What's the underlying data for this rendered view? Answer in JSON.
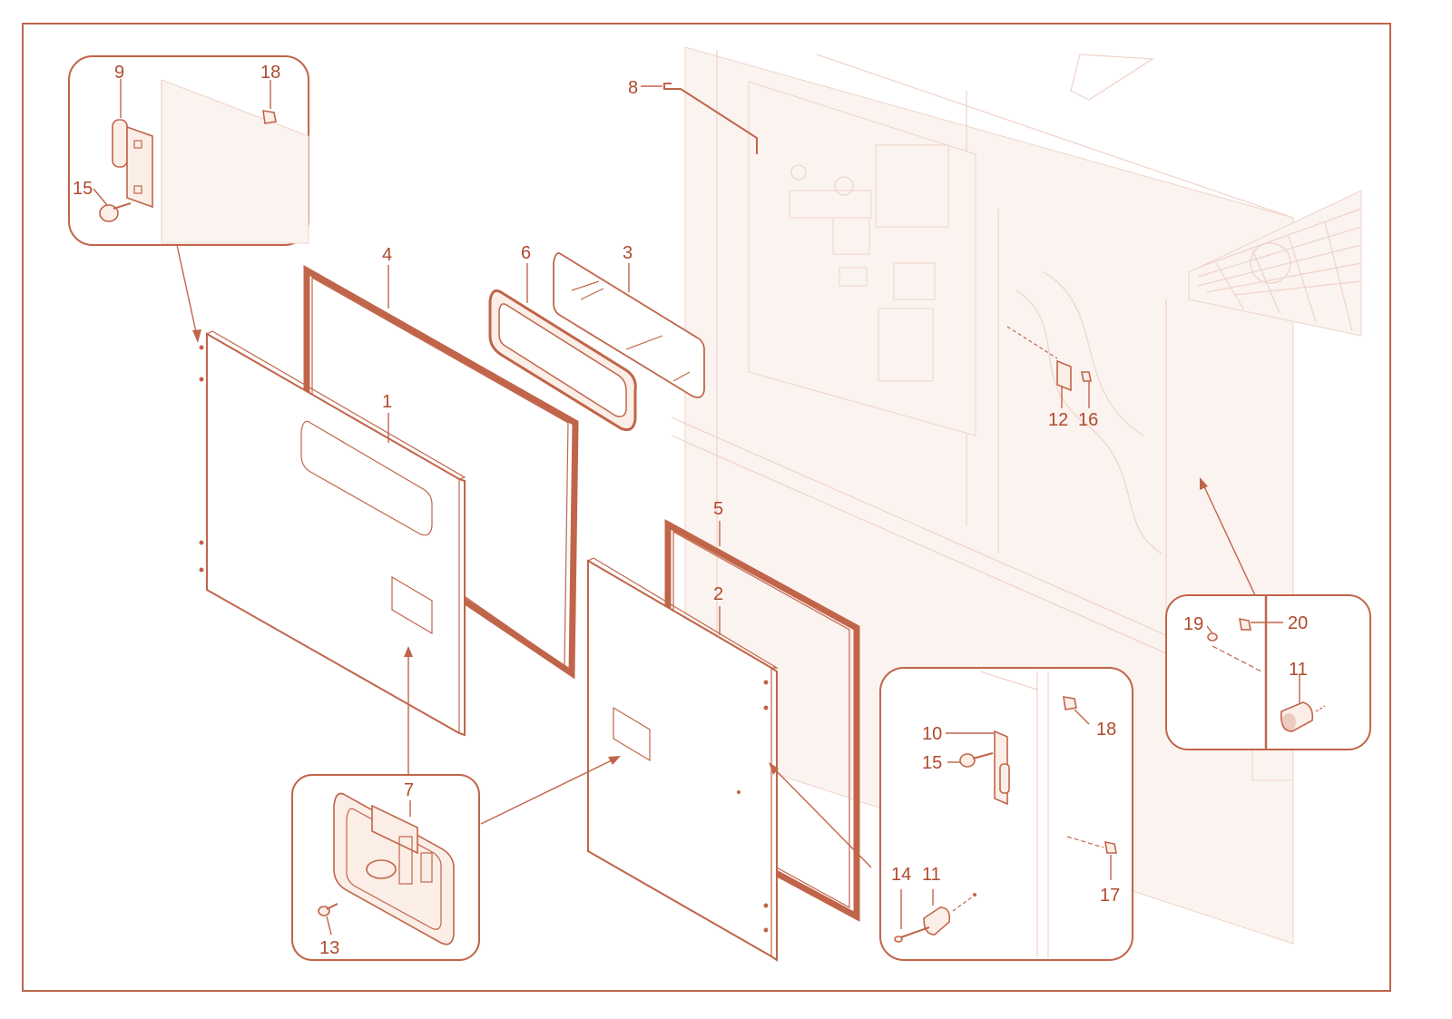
{
  "diagram": {
    "accent_color": "#c0654a",
    "background": "#ffffff",
    "callouts": {
      "c9_inset": "9",
      "c18_inset": "18",
      "c15_inset": "15",
      "c8": "8",
      "c4": "4",
      "c6": "6",
      "c3": "3",
      "c1": "1",
      "c12": "12",
      "c16": "16",
      "c5": "5",
      "c2": "2",
      "c7": "7",
      "c13": "13",
      "c10": "10",
      "c18_latch": "18",
      "c15_latch": "15",
      "c14": "14",
      "c11_latch": "11",
      "c17": "17",
      "c19": "19",
      "c20": "20",
      "c11_right": "11"
    }
  }
}
